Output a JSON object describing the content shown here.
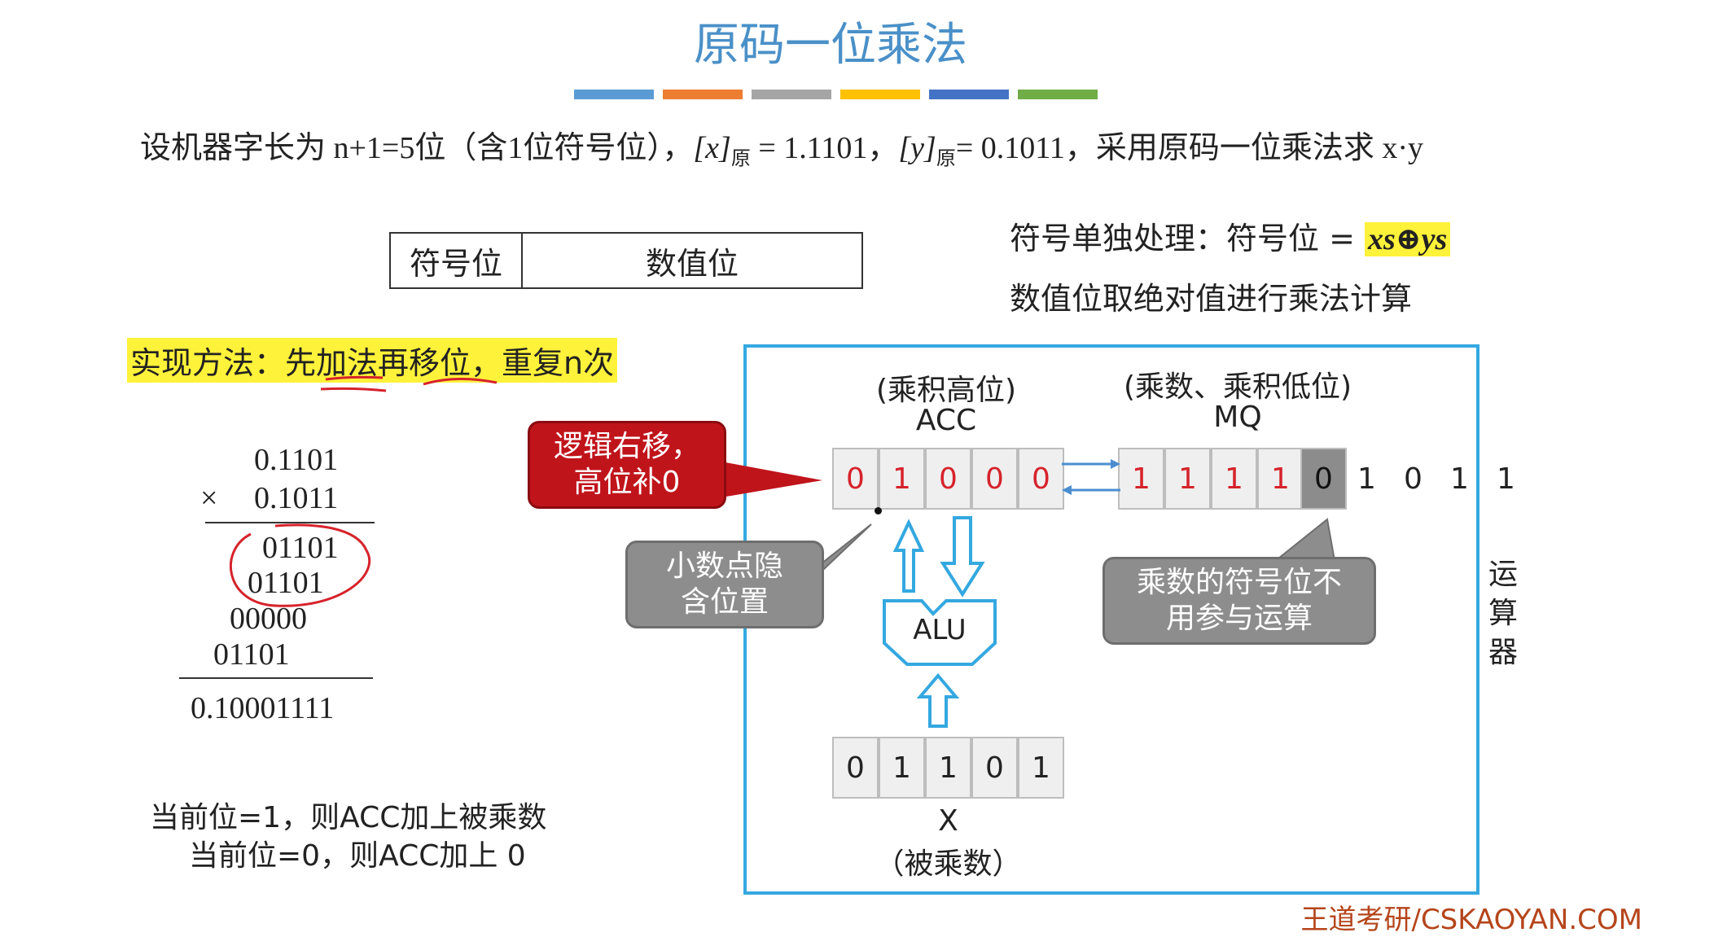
{
  "title": "原码一位乘法",
  "color_bars": [
    "#5b9bd5",
    "#ed7d31",
    "#a5a5a5",
    "#ffc000",
    "#4472c4",
    "#70ad47"
  ],
  "problem": {
    "prefix": "设机器字长为 n+1=5位（含1位符号位），",
    "x_label": "[x]",
    "x_sub": "原",
    "x_value": " = 1.1101，",
    "y_label": "[y]",
    "y_sub": "原",
    "y_value": "= 0.1011，采用原码一位乘法求 x·y"
  },
  "format_table": {
    "sign": "符号位",
    "value": "数值位"
  },
  "sign_note": {
    "text": "符号单独处理：符号位 = ",
    "formula": "xs⊕ys"
  },
  "value_note": "数值位取绝对值进行乘法计算",
  "method_note": "实现方法：先加法再移位，重复n次",
  "calc": {
    "multiplicand": "0.1101",
    "times": "×",
    "multiplier": "0.1011",
    "partials": [
      "01101",
      "01101",
      "00000",
      "01101"
    ],
    "result": "0.10001111"
  },
  "rules": [
    "当前位=1，则ACC加上被乘数",
    "当前位=0，则ACC加上 0"
  ],
  "acc": {
    "caption": "(乘积高位)",
    "name": "ACC",
    "bits": [
      "0",
      "1",
      "0",
      "0",
      "0"
    ]
  },
  "mq": {
    "caption": "(乘数、乘积低位)",
    "name": "MQ",
    "bits": [
      "1",
      "1",
      "1",
      "1",
      "0"
    ],
    "overflow": [
      "1",
      "0",
      "1",
      "1"
    ]
  },
  "alu": "ALU",
  "x_reg": {
    "bits": [
      "0",
      "1",
      "1",
      "0",
      "1"
    ],
    "name": "X",
    "caption": "（被乘数）"
  },
  "callouts": {
    "shift": "逻辑右移，\n高位补0",
    "point": "小数点隐\n含位置",
    "sign_bit": "乘数的符号位不\n用参与运算"
  },
  "unit_label": "运\n算\n器",
  "footer": "王道考研/CSKAOYAN.COM",
  "colors": {
    "title": "#4a90c8",
    "box_border": "#34a8e0",
    "red_text": "#d6232b",
    "highlight": "#fff23a",
    "callout_red": "#c0141b",
    "callout_gray": "#8d8d8d"
  }
}
